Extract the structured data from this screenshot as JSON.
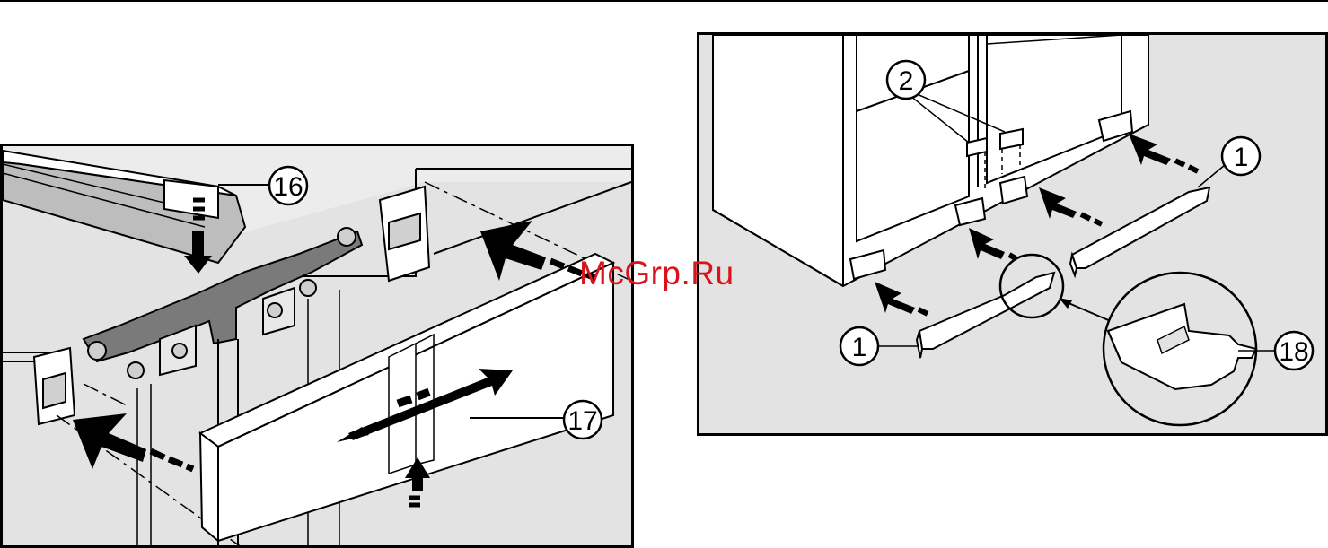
{
  "figure_left": {
    "callouts": [
      {
        "label": "16"
      },
      {
        "label": "17"
      }
    ]
  },
  "figure_right": {
    "callouts": [
      {
        "label": "2"
      },
      {
        "label": "1"
      },
      {
        "label": "1"
      },
      {
        "label": "18"
      }
    ]
  },
  "watermark": "McGrp.Ru",
  "colors": {
    "panel_fill": "#e3e3e3",
    "line": "#000000",
    "part_fill": "#ffffff",
    "bracket_fill": "#7a7a7a",
    "watermark": "#d9141b"
  }
}
